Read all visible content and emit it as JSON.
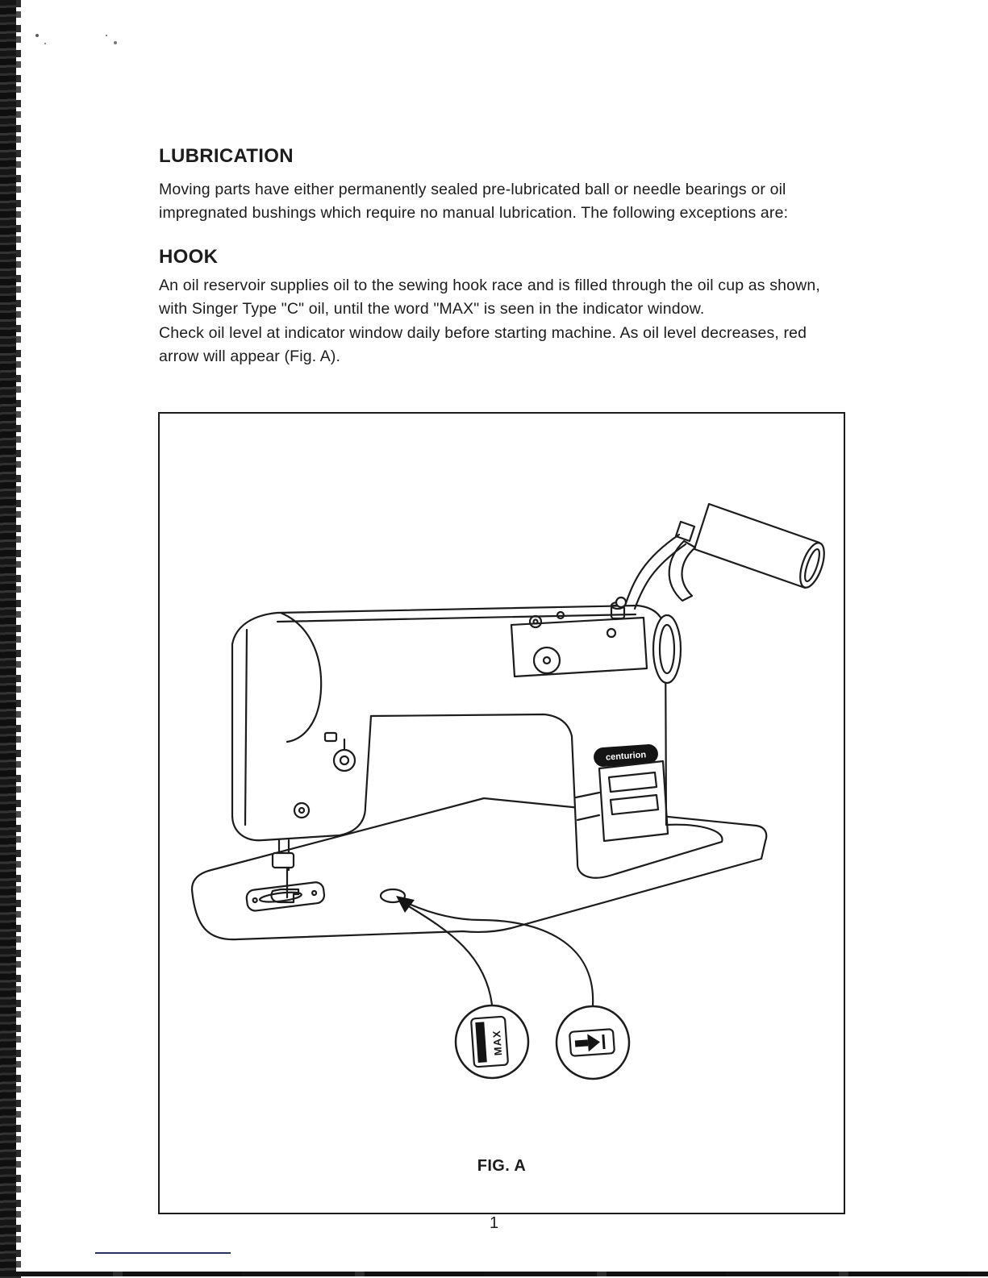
{
  "page": {
    "number": "1"
  },
  "sections": {
    "lubrication": {
      "title": "LUBRICATION",
      "body": "Moving parts have either permanently sealed pre-lubricated ball or needle bearings or oil impregnated bushings which require no manual lubrication. The following exceptions are:"
    },
    "hook": {
      "title": "HOOK",
      "para1": "An oil reservoir supplies oil to the sewing hook race and is filled through the oil cup as shown, with Singer Type \"C\" oil, until the word \"MAX\" is seen in the indicator window.",
      "para2": "Check oil level at indicator window daily before starting machine. As oil level decreases, red arrow will appear (Fig. A)."
    }
  },
  "figure": {
    "caption": "FIG. A",
    "badge_label": "centurion",
    "max_label": "MAX"
  },
  "colors": {
    "ink": "#1c1c1c",
    "paper": "#ffffff"
  }
}
